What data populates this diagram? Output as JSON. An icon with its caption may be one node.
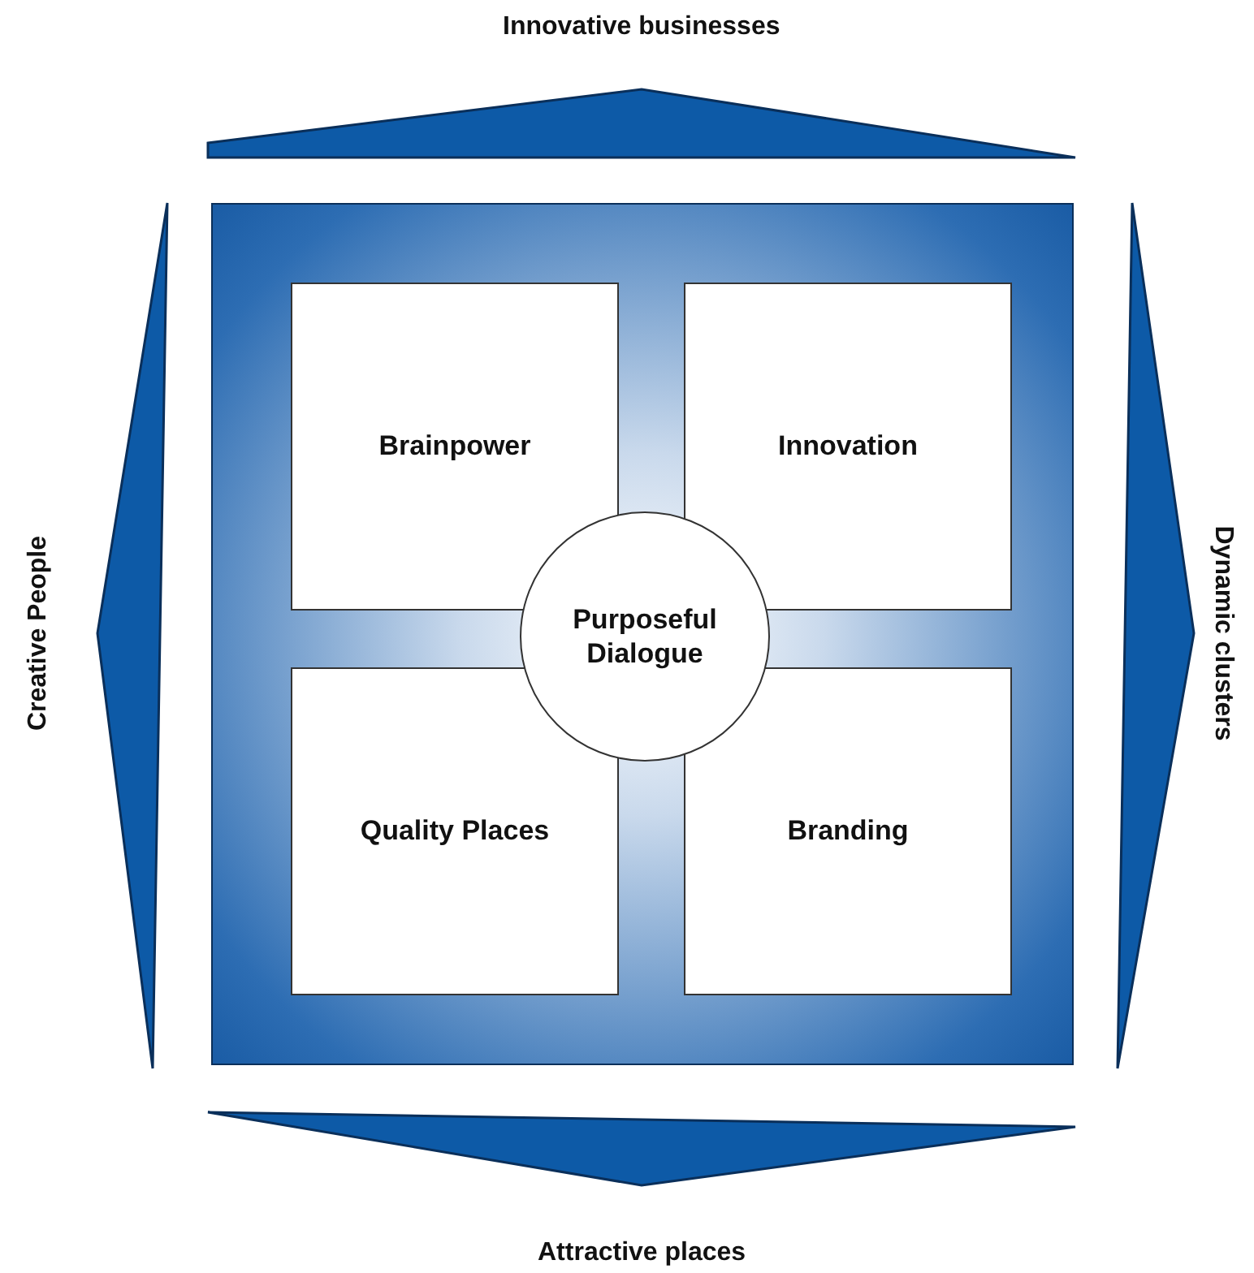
{
  "diagram": {
    "nodes": [
      {
        "text": [],
        "shape": "box"
      },
      {
        "text": [
          "Brainpower"
        ],
        "in": 0
      },
      {
        "text": [
          "Innovation"
        ],
        "in": 0
      },
      {
        "text": [
          "Purposeful Dialogue"
        ],
        "in": 0
      },
      {
        "text": [
          "Quality Places"
        ],
        "in": 0
      },
      {
        "text": [
          "Branding"
        ],
        "in": 0
      }
    ],
    "edges": [],
    "labels": [
      "Innovative businesses",
      "Creative People",
      "Dynamic clusters",
      "Attractive places"
    ]
  }
}
